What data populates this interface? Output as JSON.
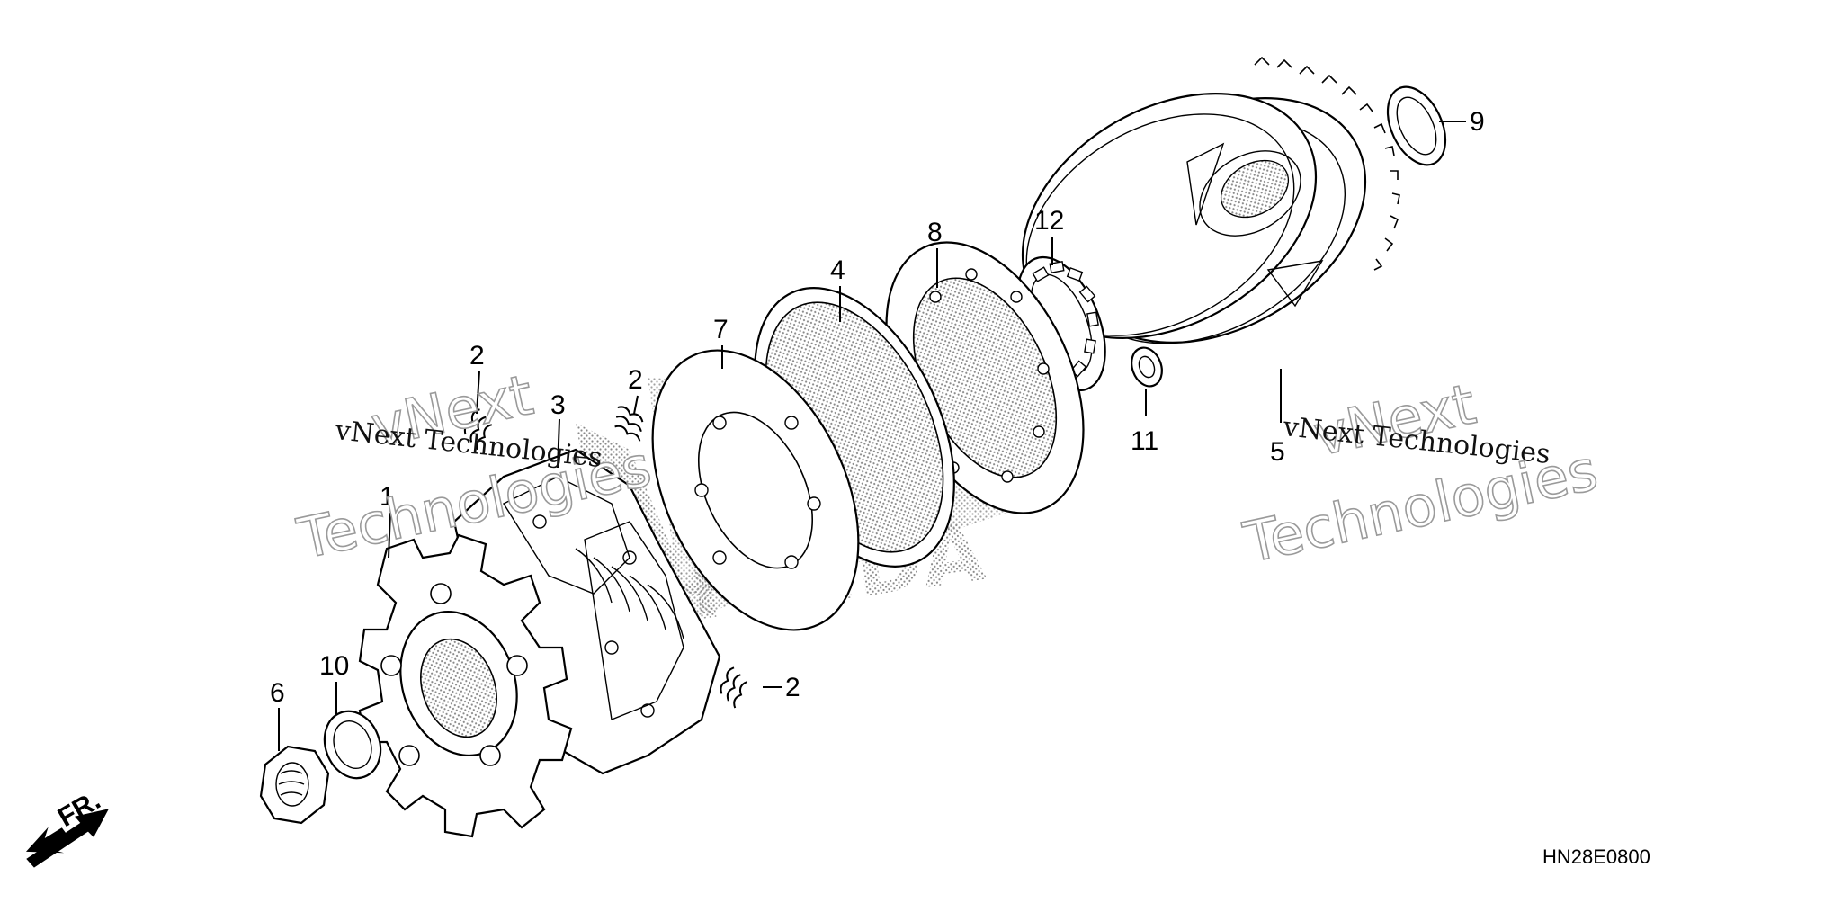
{
  "diagram": {
    "callouts": [
      {
        "id": "1",
        "label": "1"
      },
      {
        "id": "2a",
        "label": "2"
      },
      {
        "id": "2b",
        "label": "2"
      },
      {
        "id": "2c",
        "label": "2"
      },
      {
        "id": "3",
        "label": "3"
      },
      {
        "id": "4",
        "label": "4"
      },
      {
        "id": "5",
        "label": "5"
      },
      {
        "id": "6",
        "label": "6"
      },
      {
        "id": "7",
        "label": "7"
      },
      {
        "id": "8",
        "label": "8"
      },
      {
        "id": "9",
        "label": "9"
      },
      {
        "id": "10",
        "label": "10"
      },
      {
        "id": "11",
        "label": "11"
      },
      {
        "id": "12",
        "label": "12"
      }
    ],
    "front_marker": "FR.",
    "diagram_code": "HN28E0800",
    "background_logo": "HONDA"
  },
  "watermarks": {
    "brand_large_top": "vNext",
    "brand_large_bottom": "Technologies",
    "brand_small": "vNext Technologies"
  }
}
